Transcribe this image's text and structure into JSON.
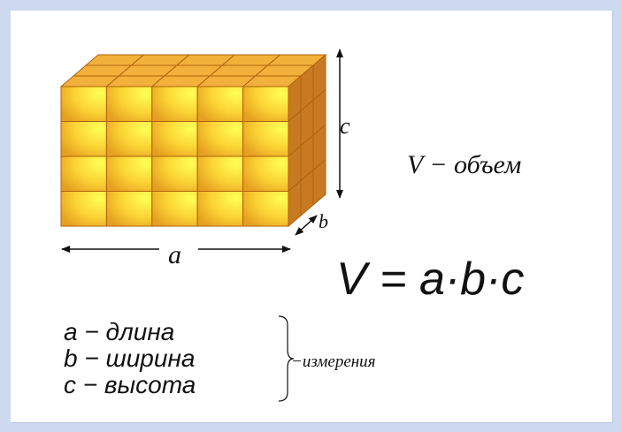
{
  "diagram": {
    "labels": {
      "length": "a",
      "width": "b",
      "height": "c"
    },
    "volume_label": "V − объем",
    "formula": "V = a·b·c",
    "dimensions": [
      "a − длина",
      "b − ширина",
      "c − высота"
    ],
    "dimensions_summary": "−измерения",
    "cube_grid": {
      "front_columns": 5,
      "front_rows": 4,
      "depth_layers": 3
    },
    "colors": {
      "cube_face_light": "#ffff55",
      "cube_face_dark": "#e6a020",
      "cube_edge": "#b0620e",
      "top_face": "#f2b13a",
      "side_face": "#c87a22",
      "frame": "#cdd9ef"
    }
  }
}
